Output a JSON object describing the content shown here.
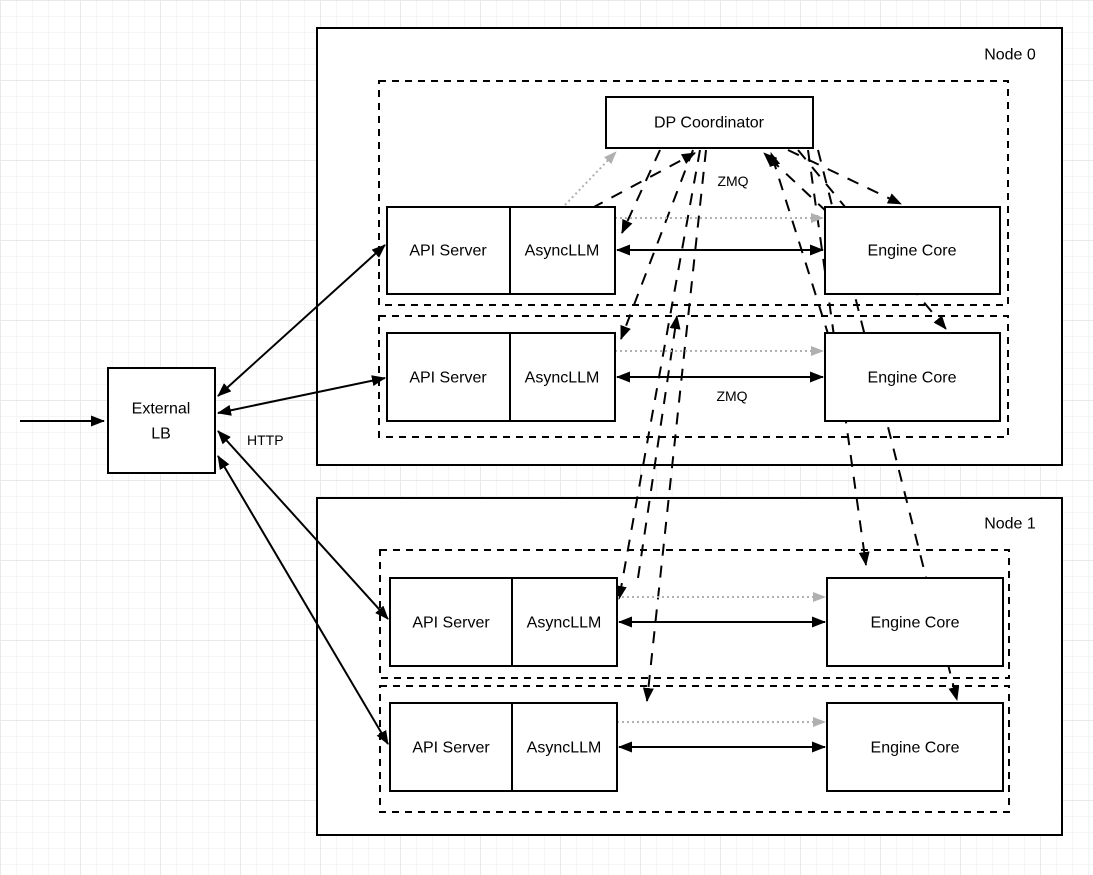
{
  "diagram": {
    "external_lb": {
      "line1": "External",
      "line2": "LB"
    },
    "node0": {
      "label": "Node 0"
    },
    "node1": {
      "label": "Node 1"
    },
    "box_labels": {
      "dp_coordinator": "DP Coordinator",
      "api_server": "API Server",
      "async_llm": "AsyncLLM",
      "engine_core": "Engine Core"
    },
    "edge_labels": {
      "http": "HTTP",
      "zmq_coordinator": "ZMQ",
      "zmq_row": "ZMQ"
    },
    "colors": {
      "stroke": "#000000",
      "dotted_gray": "#b0b0b0",
      "box_fill": "#ffffff"
    }
  }
}
